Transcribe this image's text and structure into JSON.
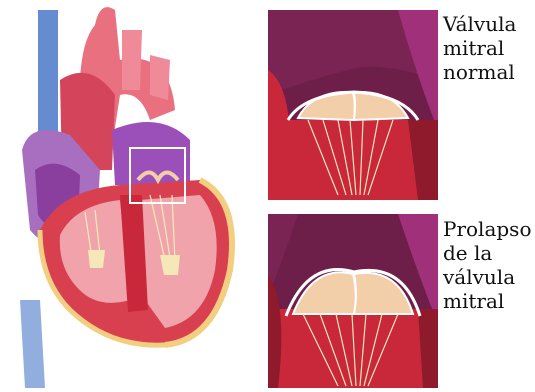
{
  "labels": {
    "normal": [
      "Válvula",
      "mitral",
      "normal"
    ],
    "prolapse": [
      "Prolapso",
      "de la",
      "válvula",
      "mitral"
    ]
  },
  "colors": {
    "muscle": "#c8283a",
    "muscle_dark": "#8e1a2b",
    "chamber": "#6d1f4a",
    "chamber_light": "#a0307a",
    "valve": "#f2cfa8",
    "valve_edge": "#ffffff",
    "chordae": "#f4e7b8",
    "vein_blue": "#4a78c8",
    "atrium_purple": "#9b4fb8",
    "artery_pink": "#e9707f"
  }
}
